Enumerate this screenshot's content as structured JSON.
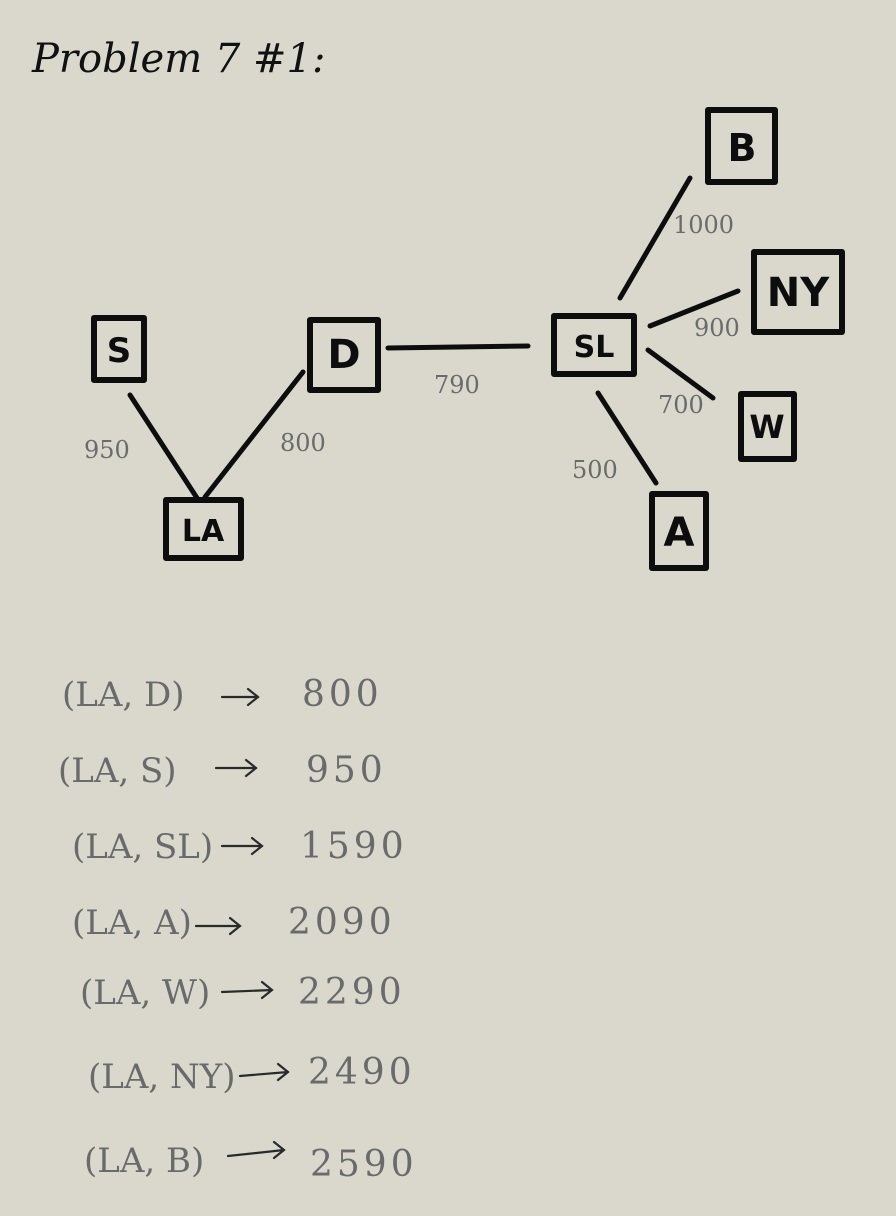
{
  "title": "Problem 7 #1:",
  "nodes": [
    {
      "id": "S",
      "label": "S"
    },
    {
      "id": "D",
      "label": "D"
    },
    {
      "id": "LA",
      "label": "LA"
    },
    {
      "id": "SL",
      "label": "SL"
    },
    {
      "id": "B",
      "label": "B"
    },
    {
      "id": "NY",
      "label": "NY"
    },
    {
      "id": "W",
      "label": "W"
    },
    {
      "id": "A",
      "label": "A"
    }
  ],
  "edges": [
    {
      "from": "S",
      "to": "LA",
      "weight": "950"
    },
    {
      "from": "D",
      "to": "LA",
      "weight": "800"
    },
    {
      "from": "D",
      "to": "SL",
      "weight": "790"
    },
    {
      "from": "SL",
      "to": "B",
      "weight": "1000"
    },
    {
      "from": "SL",
      "to": "NY",
      "weight": "900"
    },
    {
      "from": "SL",
      "to": "W",
      "weight": "700"
    },
    {
      "from": "SL",
      "to": "A",
      "weight": "500"
    }
  ],
  "distances": [
    {
      "pair": "(LA, D)",
      "value": "800"
    },
    {
      "pair": "(LA, S)",
      "value": "950"
    },
    {
      "pair": "(LA, SL)",
      "value": "1590"
    },
    {
      "pair": "(LA, A)",
      "value": "2090"
    },
    {
      "pair": "(LA, W)",
      "value": "2290"
    },
    {
      "pair": "(LA, NY)",
      "value": "2490"
    },
    {
      "pair": "(LA, B)",
      "value": "2590"
    }
  ]
}
